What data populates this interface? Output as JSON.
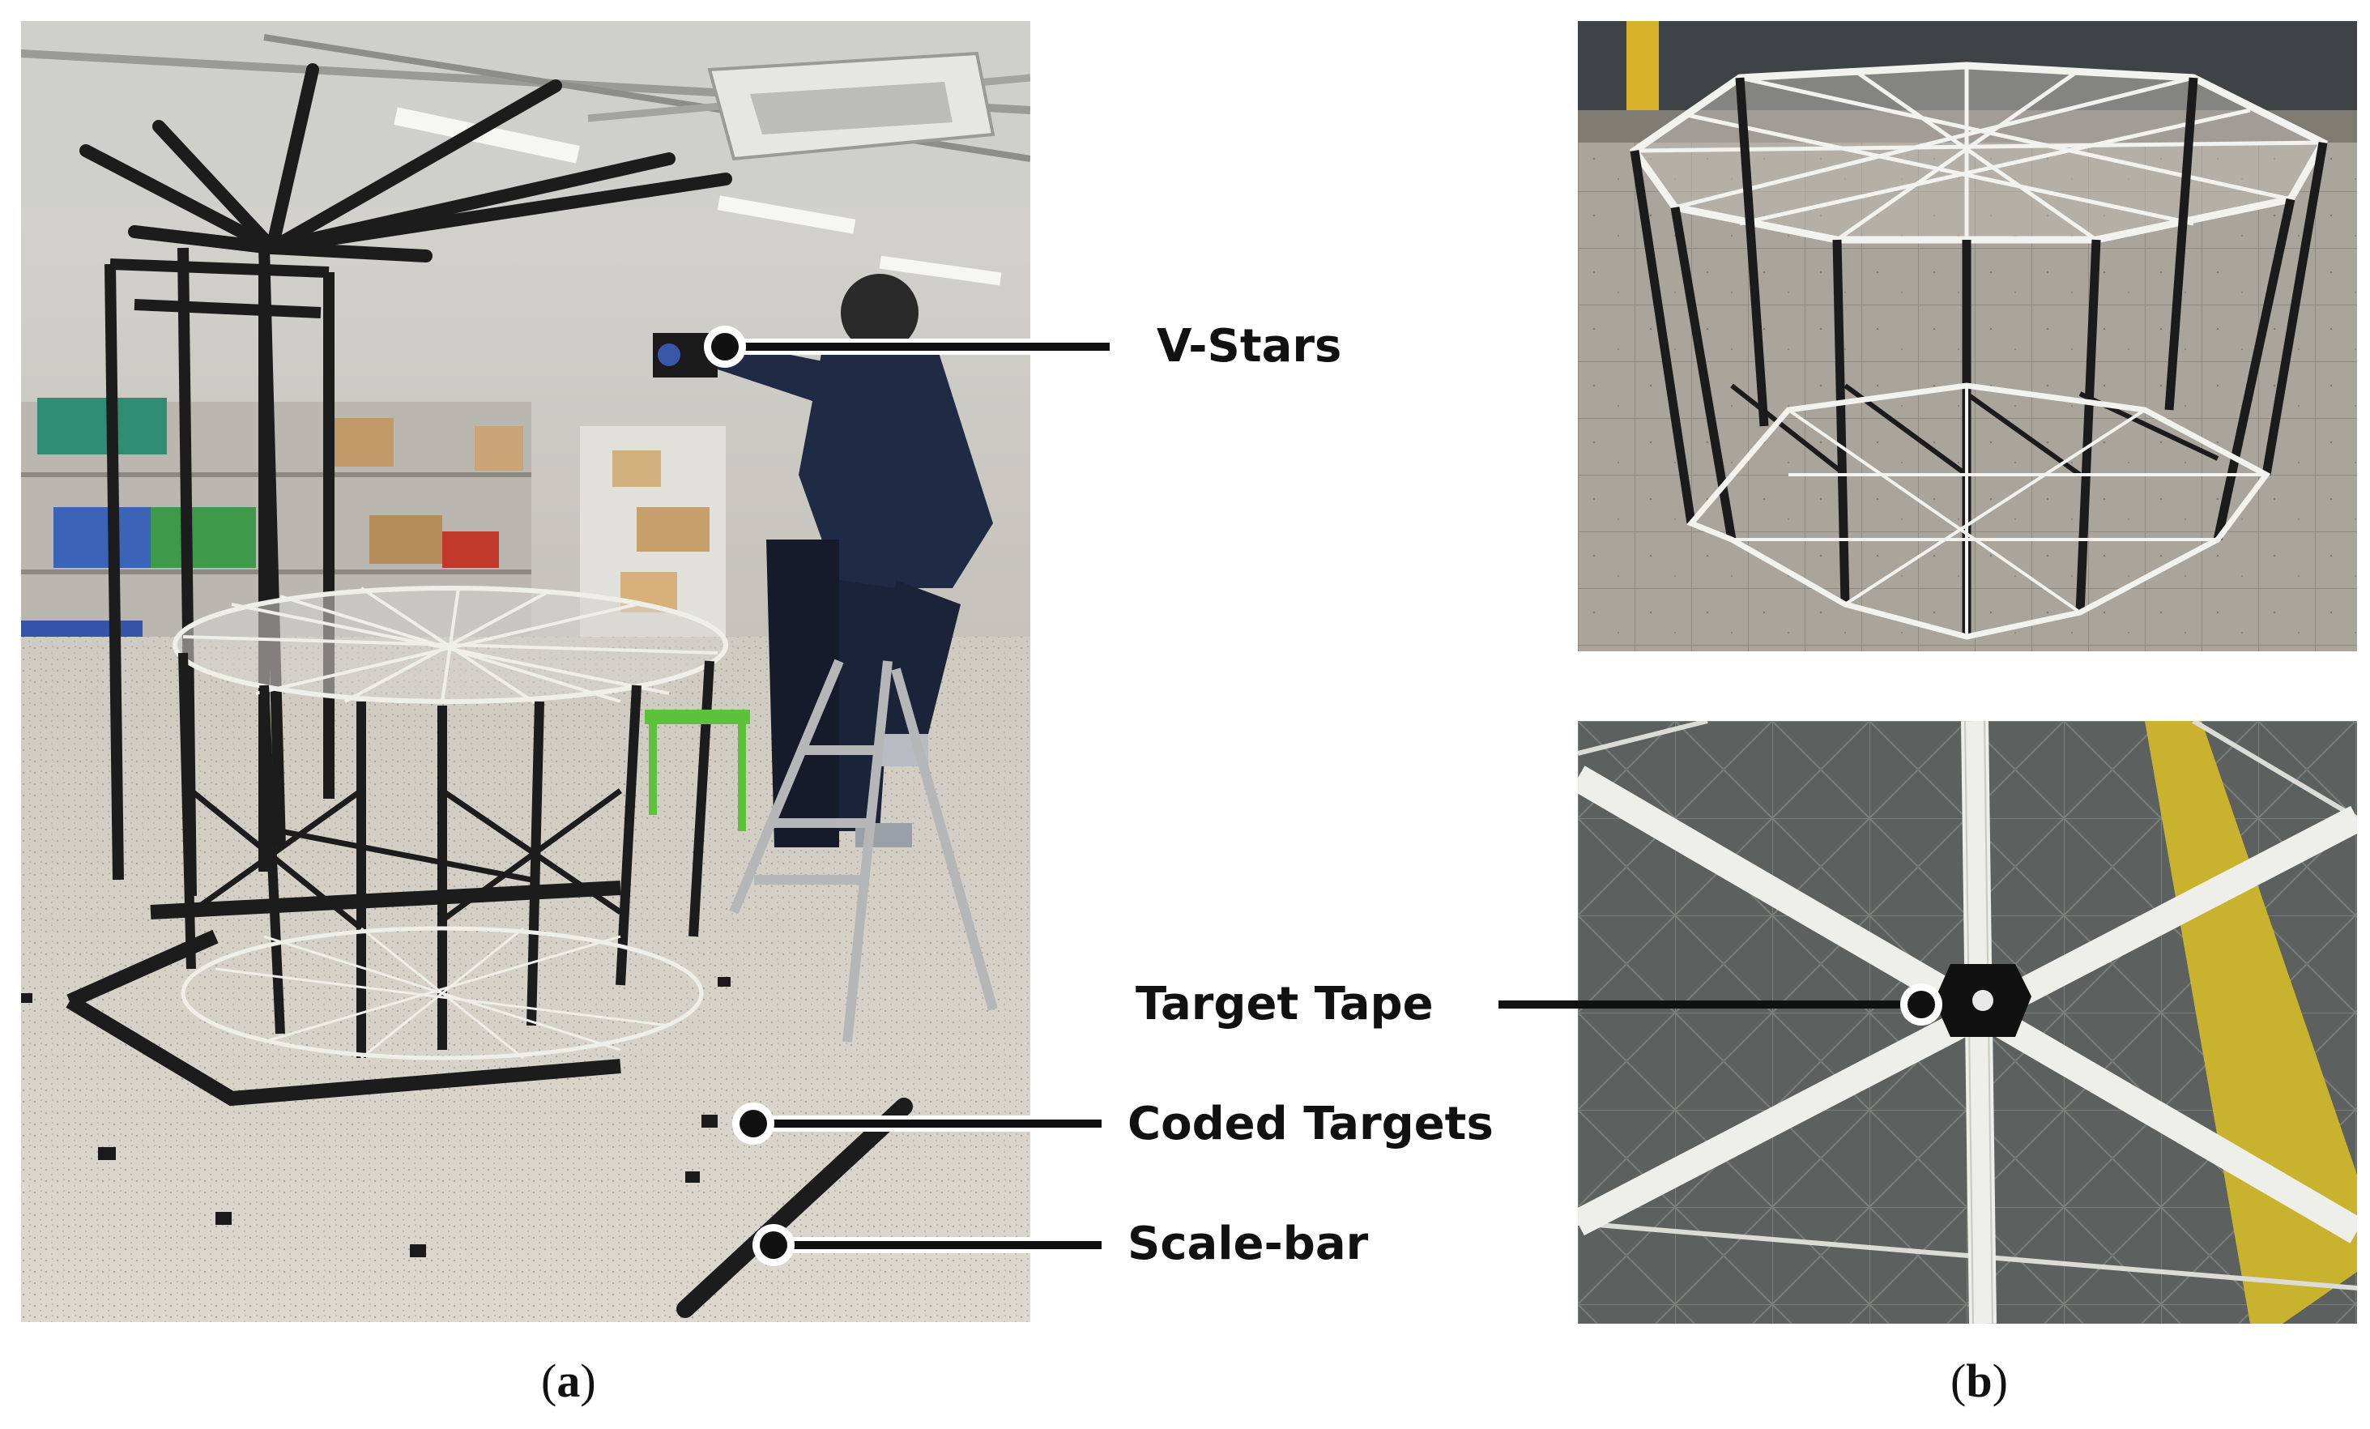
{
  "annotations": {
    "v_stars": "V-Stars",
    "target_tape": "Target Tape",
    "coded_targets": "Coded Targets",
    "scale_bar": "Scale-bar"
  },
  "captions": {
    "a": "a",
    "b": "b"
  },
  "colors": {
    "floor": "#c9c6bd",
    "frame_black": "#1c1c1c",
    "cable_white": "#eeeeea",
    "leader_line": "#111111"
  }
}
